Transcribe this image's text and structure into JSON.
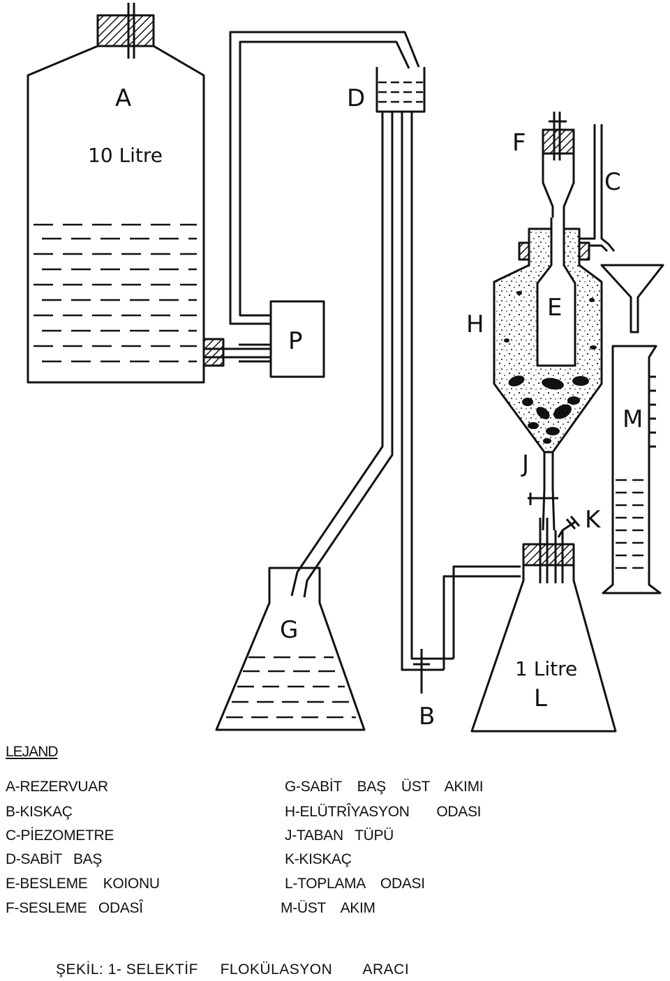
{
  "labels": {
    "A": "A",
    "A_volume": "10 Litre",
    "D": "D",
    "F": "F",
    "C": "C",
    "P": "P",
    "E": "E",
    "H": "H",
    "M": "M",
    "J": "J",
    "K": "K",
    "G": "G",
    "L_volume": "1 Litre",
    "L": "L",
    "B": "B"
  },
  "legend": {
    "title": "LEJAND",
    "left": [
      "A-REZERVUAR",
      "B-KISKAÇ",
      "C-PİEZOMETRE",
      "D-SABİT   BAŞ",
      "E-BESLEME    KOIONU",
      "F-SESLEME   ODASÎ"
    ],
    "right": [
      "G-SABİT    BAŞ    ÜST    AKIMI",
      "H-ELÜTRÎYASYON       ODASI",
      "J-TABAN   TÜPÜ",
      "K-KISKAÇ",
      "L-TOPLAMA    ODASI",
      "M-ÜST    AKIM"
    ]
  },
  "caption": "ŞEKİL: 1- SELEKTİF     FLOKÜLASYON       ARACI"
}
